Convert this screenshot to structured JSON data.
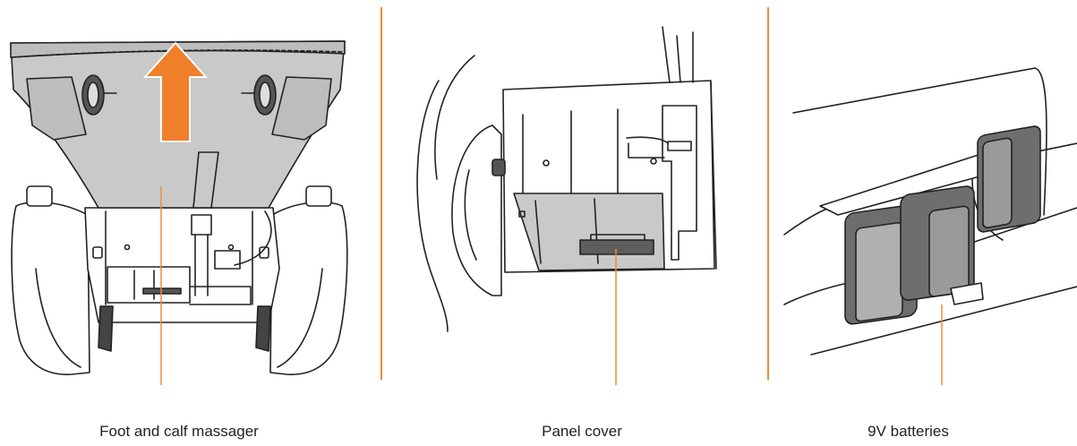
{
  "colors": {
    "accent": "#f08a3c",
    "arrow": "#f07f2a",
    "line": "#222222",
    "panel_gray": "#c9c9c9",
    "cushion_gray": "#bdbdbd",
    "dark_gray": "#5e5e5e",
    "battery_gray": "#6e6e6e"
  },
  "panels": [
    {
      "caption": "Foot and calf massager"
    },
    {
      "caption": "Panel cover"
    },
    {
      "caption": "9V batteries"
    }
  ]
}
